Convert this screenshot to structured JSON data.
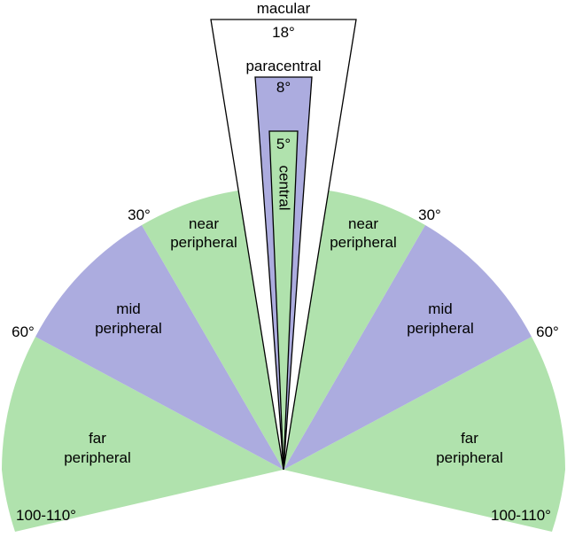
{
  "colors": {
    "green": "#b0e2ad",
    "purple": "#acacdf",
    "white": "#ffffff",
    "stroke": "#000000"
  },
  "zones": {
    "macular": {
      "name": "macular",
      "angle": "18°"
    },
    "paracentral": {
      "name": "paracentral",
      "angle": "8°"
    },
    "central": {
      "angle": "5°",
      "name": "central"
    },
    "near": {
      "line1": "near",
      "line2": "peripheral"
    },
    "mid": {
      "line1": "mid",
      "line2": "peripheral"
    },
    "far": {
      "line1": "far",
      "line2": "peripheral"
    }
  },
  "angle_labels": {
    "thirty": "30°",
    "sixty": "60°",
    "far": "100-110°"
  }
}
